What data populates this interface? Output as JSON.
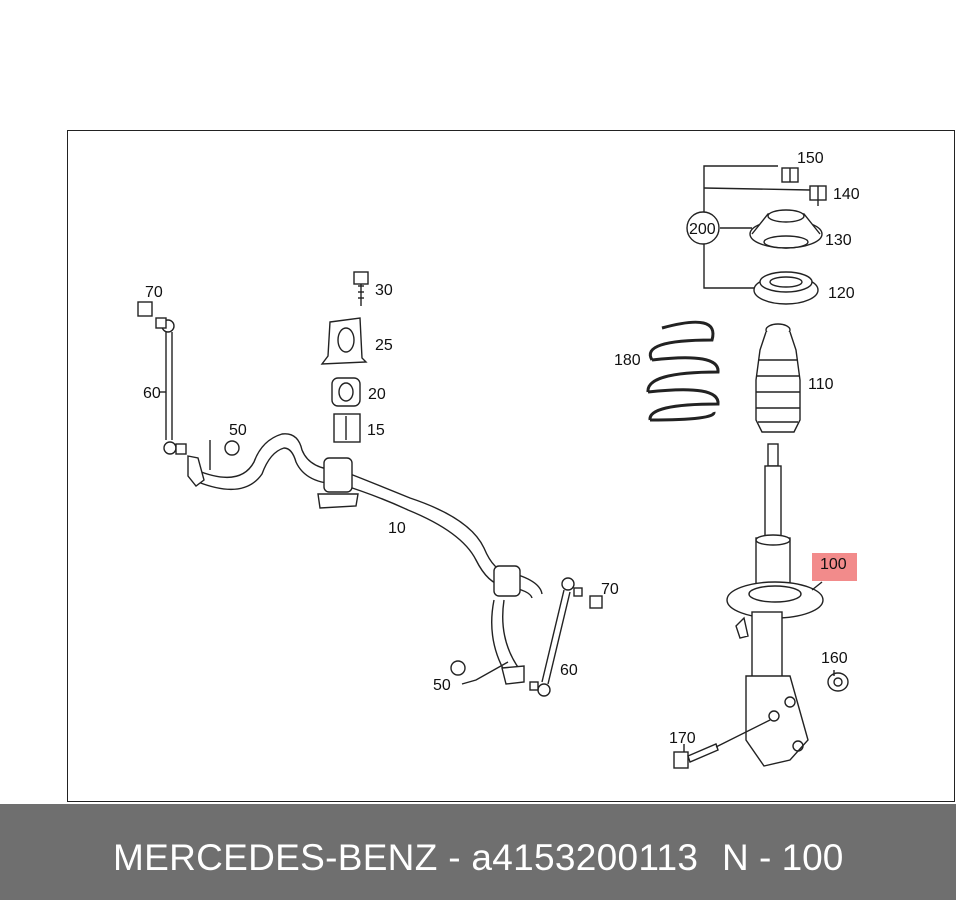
{
  "diagram": {
    "callouts": {
      "c150": "150",
      "c140": "140",
      "c200": "200",
      "c130": "130",
      "c120": "120",
      "c180": "180",
      "c110": "110",
      "c100": "100",
      "c160": "160",
      "c170": "170",
      "c70a": "70",
      "c60a": "60",
      "c50a": "50",
      "c30": "30",
      "c25": "25",
      "c20": "20",
      "c15": "15",
      "c10": "10",
      "c70b": "70",
      "c60b": "60",
      "c50b": "50"
    },
    "highlight_color": "#f28b8b"
  },
  "footer": {
    "brand": "MERCEDES-BENZ",
    "separator": " - ",
    "part_number": "a4153200113",
    "ref": "N - 100"
  }
}
